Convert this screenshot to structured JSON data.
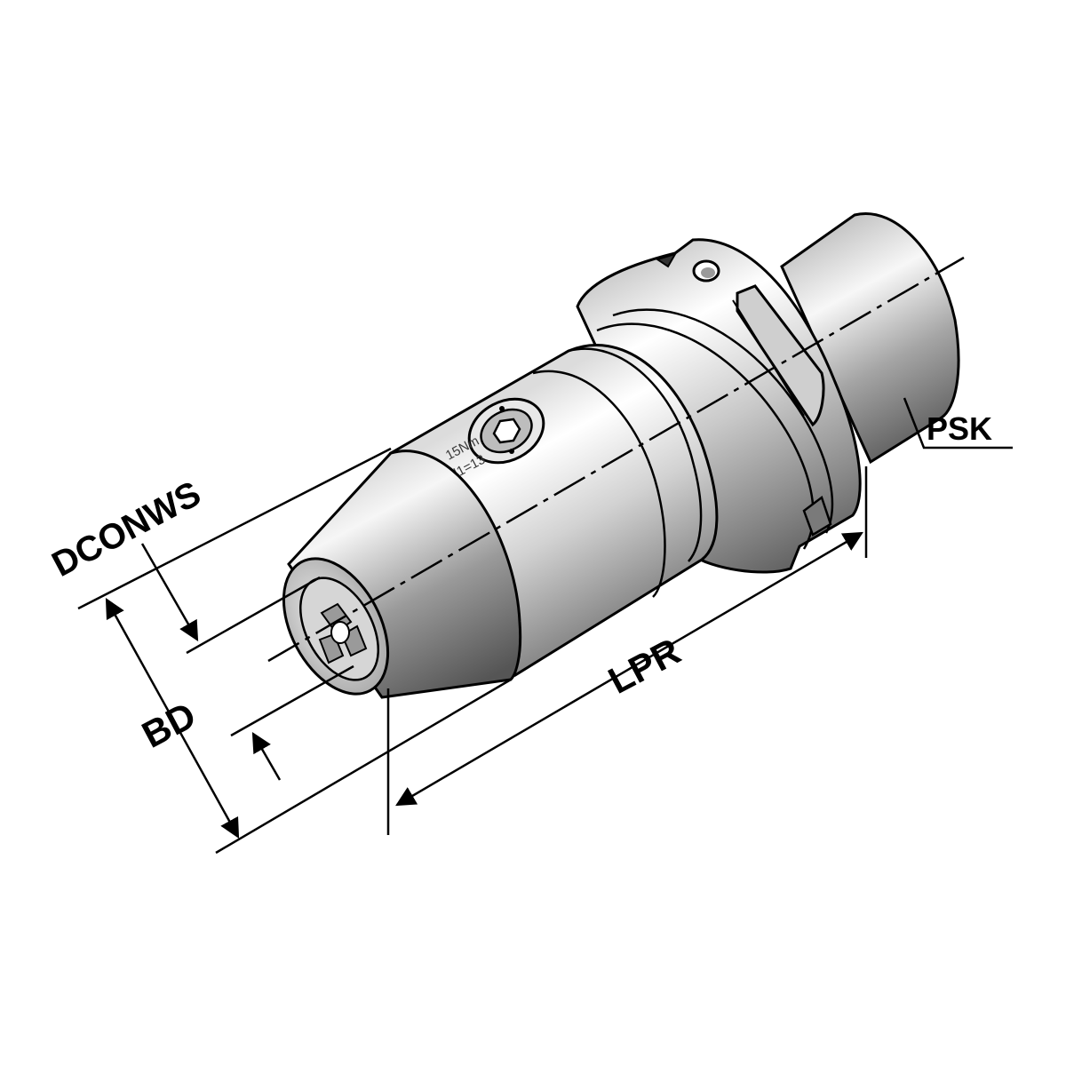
{
  "labels": {
    "dconws": "DCONWS",
    "bd": "BD",
    "lpr": "LPR",
    "psk": "PSK"
  },
  "engraving": {
    "torque": "15Nm",
    "range": "d1=13"
  },
  "colors": {
    "ink": "#000000",
    "metal_light": "#f4f4f4",
    "metal_mid": "#b9b9b9",
    "metal_dark": "#6e6e6e",
    "background": "#ffffff"
  }
}
